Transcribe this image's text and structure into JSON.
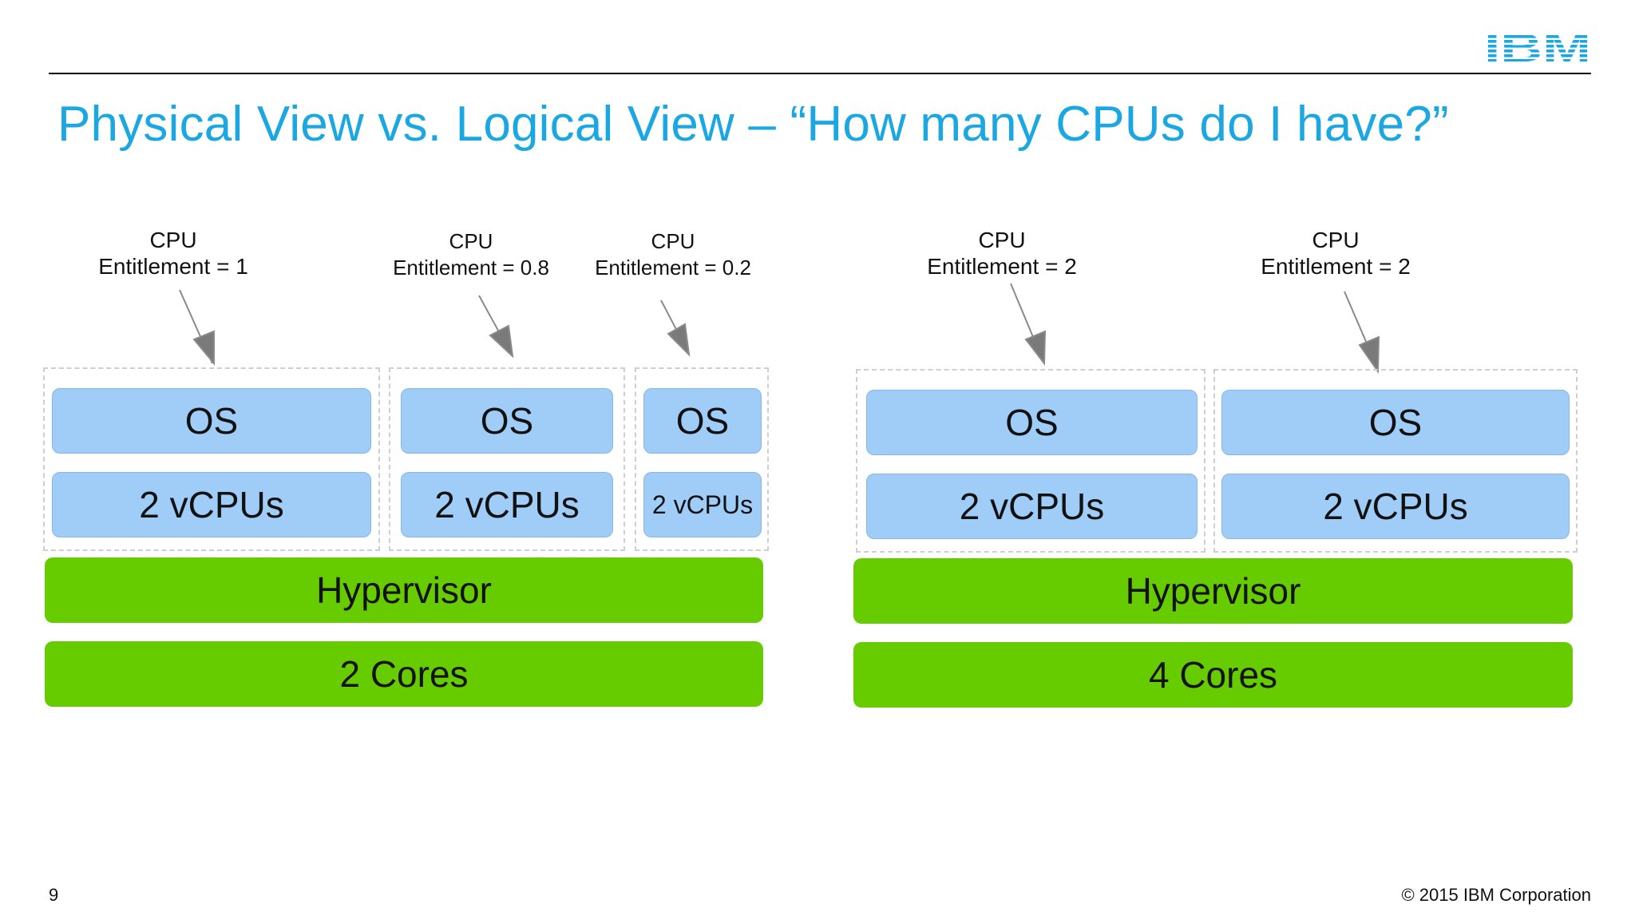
{
  "header": {
    "title": "Physical View vs. Logical View – “How many CPUs do I have?”",
    "logo": "IBM"
  },
  "left": {
    "labels": [
      {
        "line1": "CPU",
        "line2": "Entitlement = 1"
      },
      {
        "line1": "CPU",
        "line2": "Entitlement = 0.8"
      },
      {
        "line1": "CPU",
        "line2": "Entitlement = 0.2"
      }
    ],
    "partitions": [
      {
        "os": "OS",
        "vcpus": "2 vCPUs"
      },
      {
        "os": "OS",
        "vcpus": "2 vCPUs"
      },
      {
        "os": "OS",
        "vcpus": "2 vCPUs"
      }
    ],
    "hypervisor": "Hypervisor",
    "cores": "2 Cores"
  },
  "right": {
    "labels": [
      {
        "line1": "CPU",
        "line2": "Entitlement = 2"
      },
      {
        "line1": "CPU",
        "line2": "Entitlement = 2"
      }
    ],
    "partitions": [
      {
        "os": "OS",
        "vcpus": "2 vCPUs"
      },
      {
        "os": "OS",
        "vcpus": "2 vCPUs"
      }
    ],
    "hypervisor": "Hypervisor",
    "cores": "4 Cores"
  },
  "footer": {
    "page_number": "9",
    "copyright": "© 2015 IBM Corporation"
  },
  "colors": {
    "title": "#1ba7e2",
    "blue_box": "#9fcdf8",
    "green_box": "#66cc00",
    "arrow": "#808080"
  }
}
